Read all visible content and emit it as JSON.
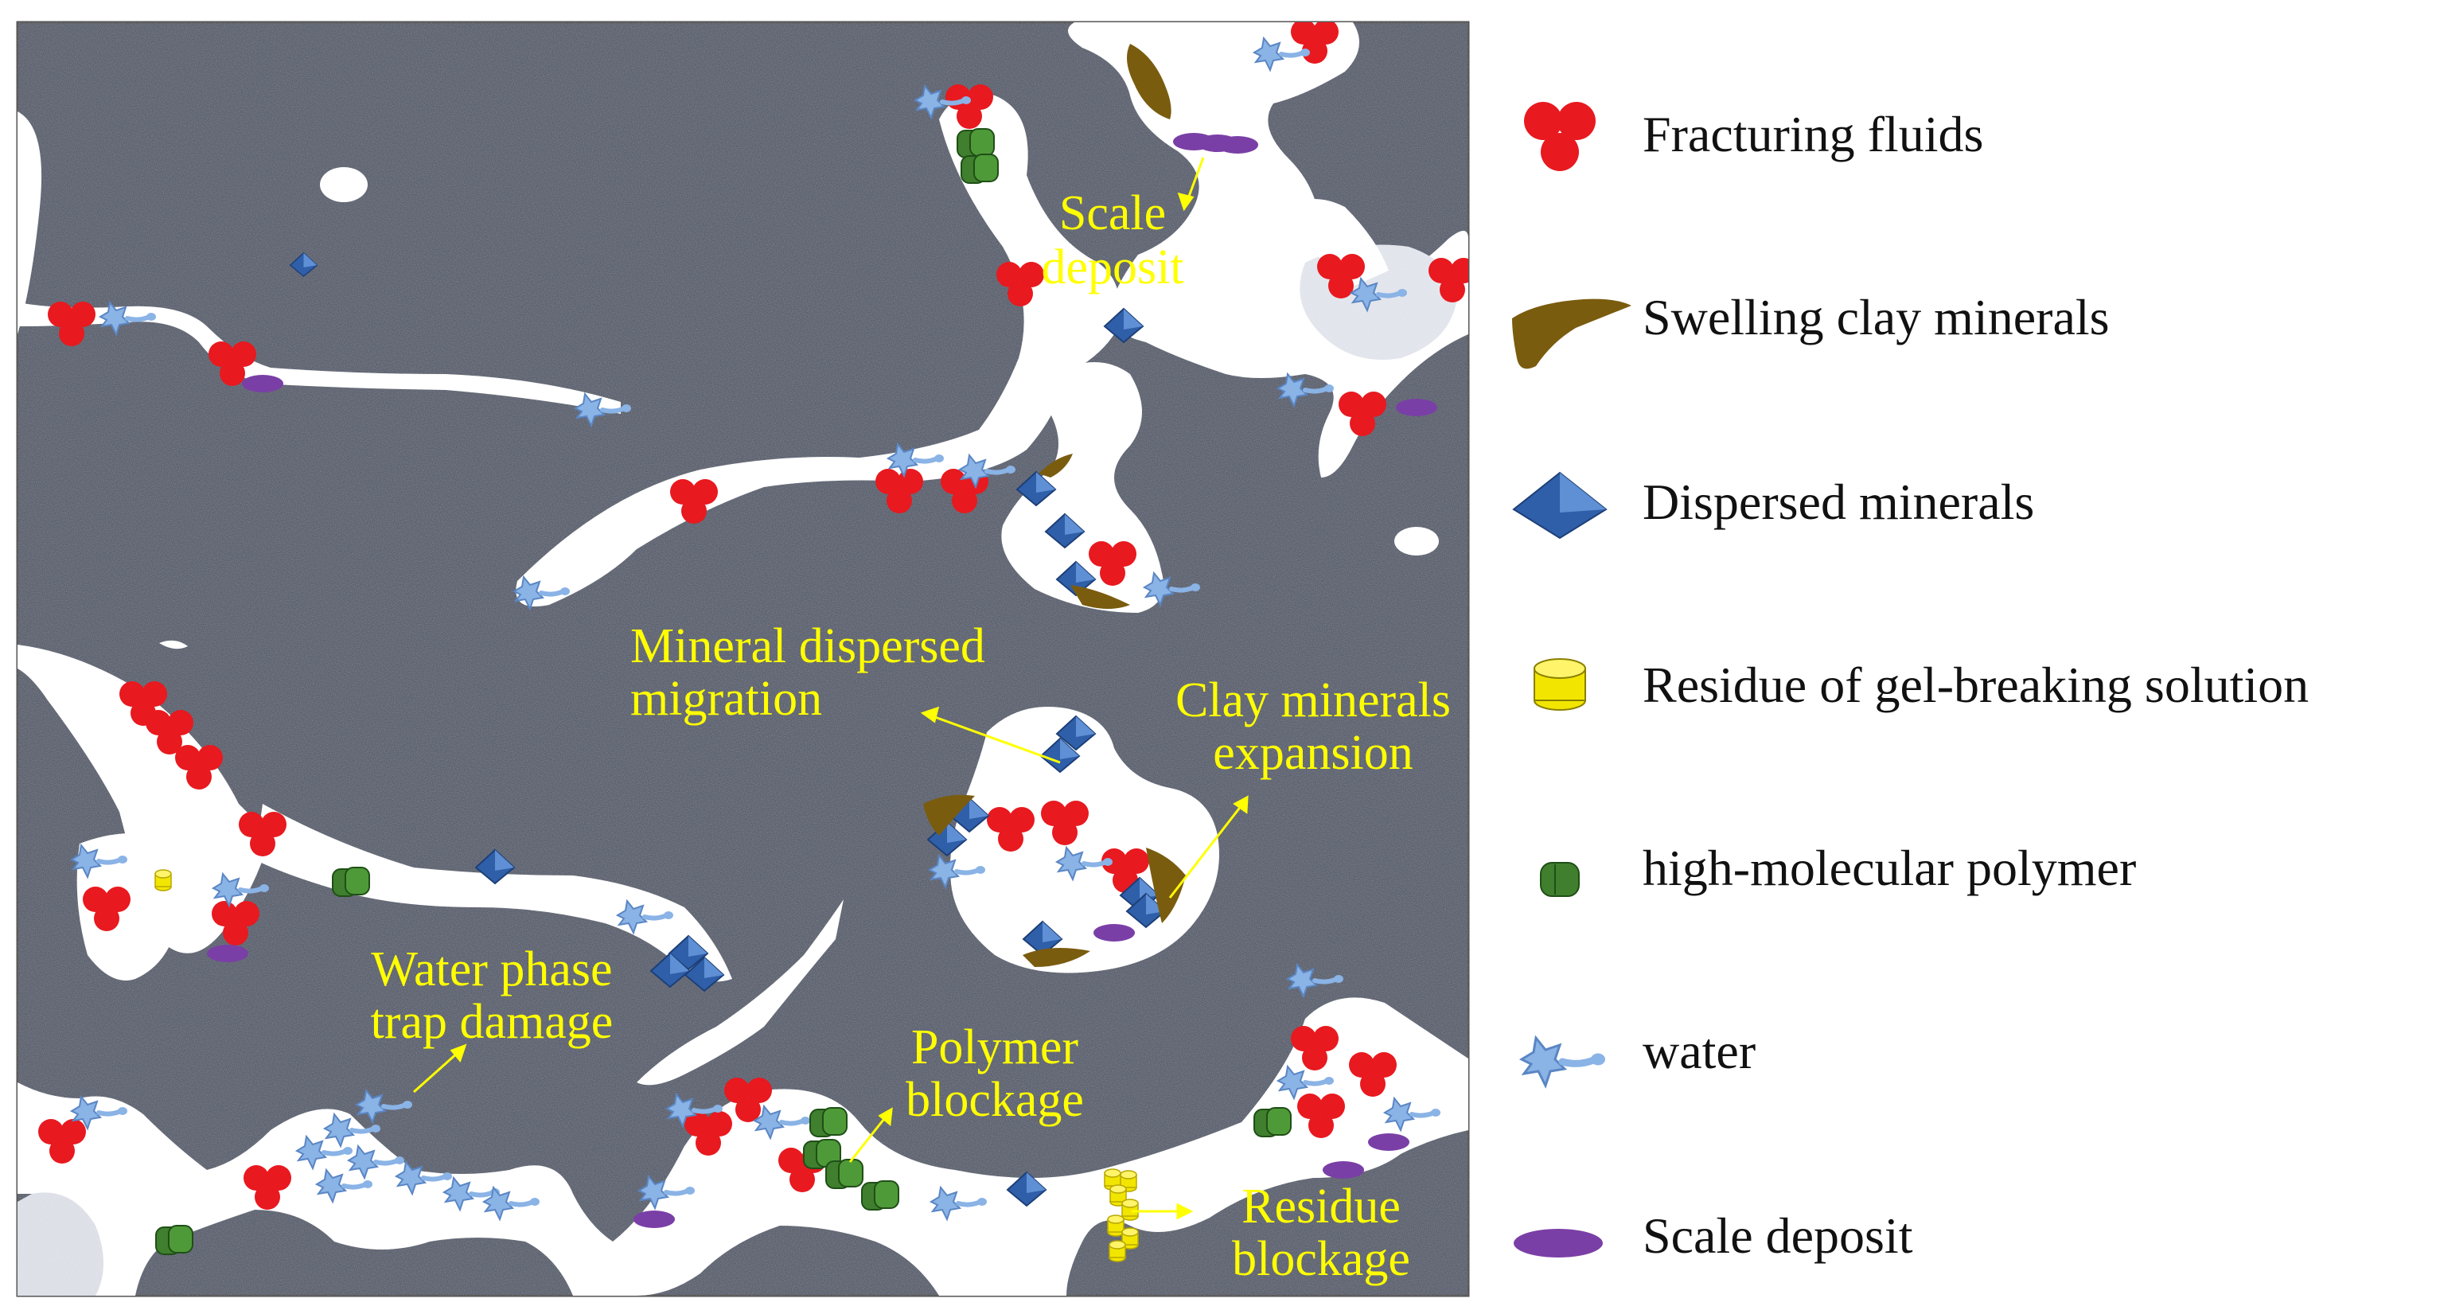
{
  "colors": {
    "rock": "#5a5f6c",
    "pore": "#ffffff",
    "callout_text": "#ffff00",
    "fracturing_fluid": "#e8191f",
    "swelling_clay": "#7a5c0f",
    "dispersed_mineral": "#2f5fa8",
    "residue": "#f2e600",
    "polymer": "#3f7f2d",
    "water": "#8ab3e6",
    "scale": "#7a3fa6"
  },
  "callouts": {
    "scale_deposit": [
      "Scale",
      "deposit"
    ],
    "mineral_dispersed_migration": [
      "Mineral dispersed",
      "migration"
    ],
    "clay_minerals_expansion": [
      "Clay minerals",
      "expansion"
    ],
    "water_phase_trap_damage": [
      "Water phase",
      "trap damage"
    ],
    "polymer_blockage": [
      "Polymer",
      "blockage"
    ],
    "residue_blockage": [
      "Residue",
      "blockage"
    ]
  },
  "legend": [
    {
      "icon": "fracturing-fluid-icon",
      "label": "Fracturing fluids"
    },
    {
      "icon": "swelling-clay-icon",
      "label": "Swelling clay minerals"
    },
    {
      "icon": "dispersed-mineral-icon",
      "label": "Dispersed minerals"
    },
    {
      "icon": "residue-icon",
      "label": "Residue of gel-breaking solution"
    },
    {
      "icon": "polymer-icon",
      "label": "high-molecular polymer"
    },
    {
      "icon": "water-icon",
      "label": "water"
    },
    {
      "icon": "scale-deposit-icon",
      "label": "Scale deposit"
    }
  ]
}
